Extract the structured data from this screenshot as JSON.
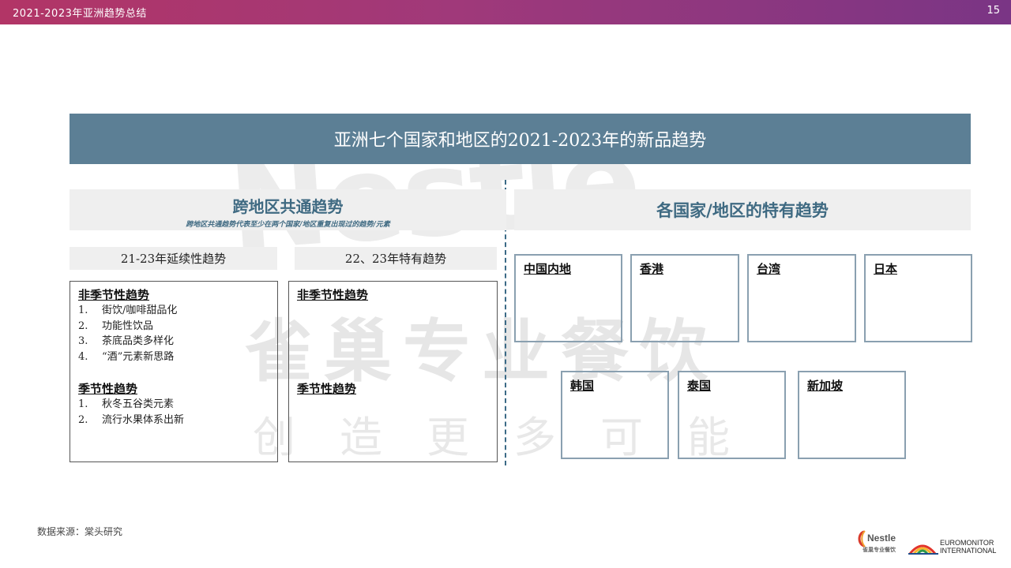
{
  "header": {
    "title": "2021-2023年亚洲趋势总结",
    "page_number": "15"
  },
  "watermark": {
    "brand": "Nestle",
    "line1": "雀巢专业餐饮",
    "line2": "创造更多可能"
  },
  "banner": {
    "text": "亚洲七个国家和地区的2021-2023年的新品趋势"
  },
  "left": {
    "title": "跨地区共通趋势",
    "subtitle": "跨地区共通趋势代表至少在两个国家/地区重复出现过的趋势/元素",
    "col1": {
      "heading": "21-23年延续性趋势",
      "nonseasonal_title": "非季节性趋势",
      "nonseasonal_items": [
        {
          "n": "1.",
          "text": "街饮/咖啡甜品化"
        },
        {
          "n": "2.",
          "text": "功能性饮品"
        },
        {
          "n": "3.",
          "text": "茶底品类多样化"
        },
        {
          "n": "4.",
          "text": "“酒”元素新思路"
        }
      ],
      "seasonal_title": "季节性趋势",
      "seasonal_items": [
        {
          "n": "1.",
          "text": "秋冬五谷类元素"
        },
        {
          "n": "2.",
          "text": "流行水果体系出新"
        }
      ]
    },
    "col2": {
      "heading": "22、23年特有趋势",
      "nonseasonal_title": "非季节性趋势",
      "seasonal_title": "季节性趋势"
    }
  },
  "right": {
    "title": "各国家/地区的特有趋势",
    "regions": [
      "中国内地",
      "香港",
      "台湾",
      "日本",
      "韩国",
      "泰国",
      "新加坡"
    ]
  },
  "footer": {
    "source": "数据来源：棠头研究",
    "nestle_logo_text": "Nestle",
    "nestle_logo_sub": "雀巢专业餐饮",
    "euromonitor_line1": "EUROMONITOR",
    "euromonitor_line2": "INTERNATIONAL"
  },
  "colors": {
    "topbar_start": "#b23566",
    "topbar_end": "#7a3585",
    "banner": "#5c7f95",
    "heading_text": "#3f6a82",
    "box_border": "#8aa0b0"
  }
}
